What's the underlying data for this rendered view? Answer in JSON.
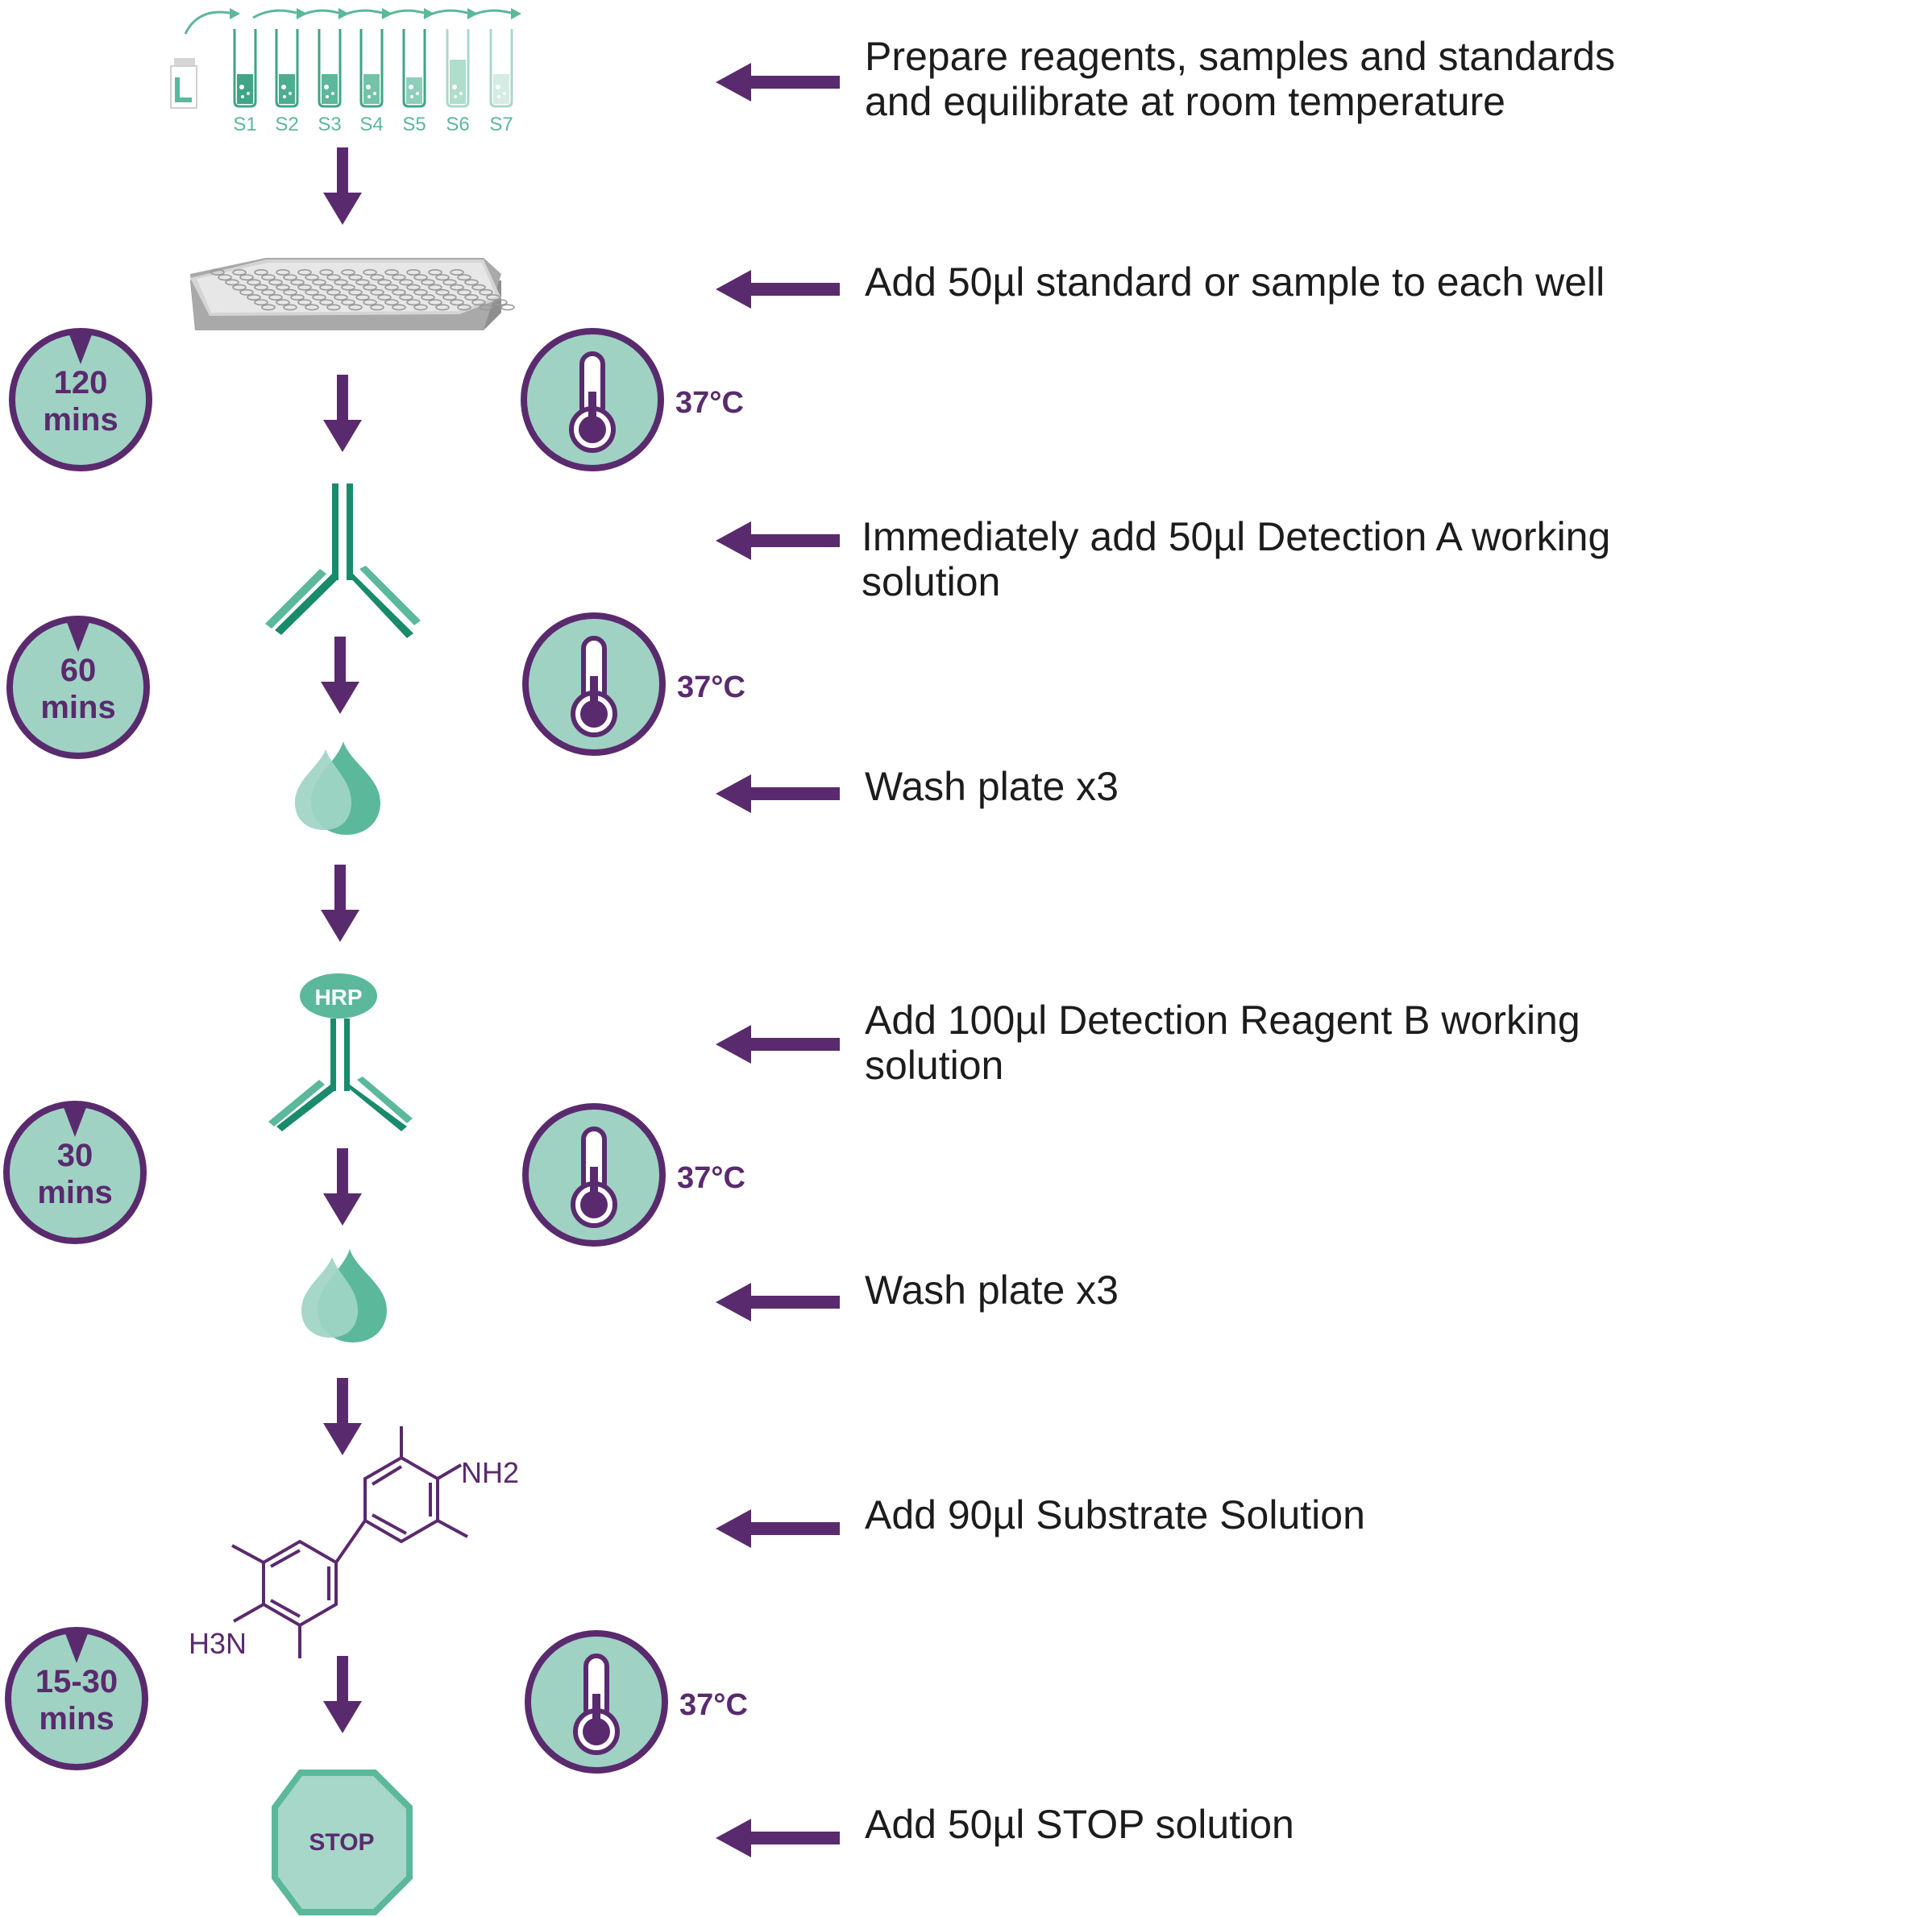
{
  "colors": {
    "purple": "#5a2a6e",
    "teal_light": "#9fd2c3",
    "teal_mid": "#5bb89b",
    "teal_dark": "#1a8a6c",
    "text": "#1c1c1c"
  },
  "standards": {
    "tube_labels": [
      "S1",
      "S2",
      "S3",
      "S4",
      "S5",
      "S6",
      "S7"
    ]
  },
  "steps": [
    {
      "lines": [
        "Prepare reagents, samples and standards",
        "and equilibrate at room temperature"
      ],
      "icon": "standard-tubes-icon"
    },
    {
      "lines": [
        "Add 50µl standard or sample to each well"
      ],
      "icon": "microplate-icon"
    },
    {
      "lines": [
        "Immediately add 50µl Detection A working",
        "solution"
      ],
      "icon": "antibody-icon"
    },
    {
      "lines": [
        "Wash plate x3"
      ],
      "icon": "water-drops-icon"
    },
    {
      "lines": [
        "Add 100µl Detection Reagent B working",
        "solution"
      ],
      "icon": "hrp-antibody-icon"
    },
    {
      "lines": [
        "Wash plate x3"
      ],
      "icon": "water-drops-icon"
    },
    {
      "lines": [
        "Add 90µl Substrate Solution"
      ],
      "icon": "tmb-molecule-icon"
    },
    {
      "lines": [
        "Add 50µl STOP solution"
      ],
      "icon": "stop-sign-icon"
    }
  ],
  "incubations": [
    {
      "time_value": "120",
      "time_unit": "mins",
      "temperature": "37°C"
    },
    {
      "time_value": "60",
      "time_unit": "mins",
      "temperature": "37°C"
    },
    {
      "time_value": "30",
      "time_unit": "mins",
      "temperature": "37°C"
    },
    {
      "time_value": "15-30",
      "time_unit": "mins",
      "temperature": "37°C"
    }
  ],
  "labels": {
    "hrp": "HRP",
    "stop": "STOP",
    "nh2_main": "NH",
    "nh2_sub": "2",
    "h3n_h": "H",
    "h3n_3": "3",
    "h3n_n": "N"
  }
}
